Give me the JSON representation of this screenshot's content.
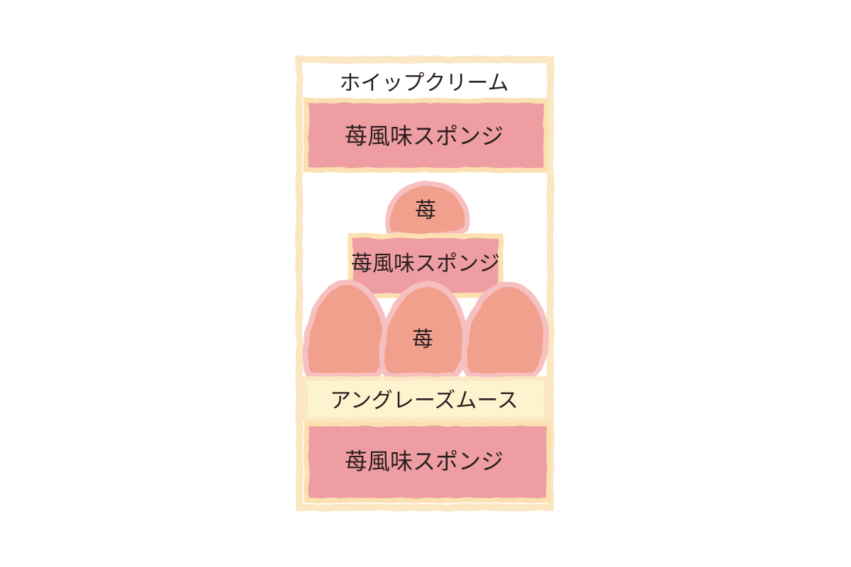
{
  "diagram": {
    "layers": {
      "top_cream": "ホイップクリーム",
      "top_sponge": "苺風味スポンジ",
      "top_berry": "苺",
      "middle_sponge": "苺風味スポンジ",
      "bottom_berries": "苺",
      "mousse": "アングレーズムース",
      "bottom_sponge": "苺風味スポンジ"
    },
    "colors": {
      "frame_border": "#fbe7c4",
      "cream": "#ffffff",
      "sponge_fill": "#ee9ea3",
      "sponge_border": "#fbe1b0",
      "strawberry_fill": "#f2a08e",
      "strawberry_border": "#f7c0c0",
      "mousse_fill": "#fdf3cf",
      "text": "#2a1f1d"
    }
  }
}
